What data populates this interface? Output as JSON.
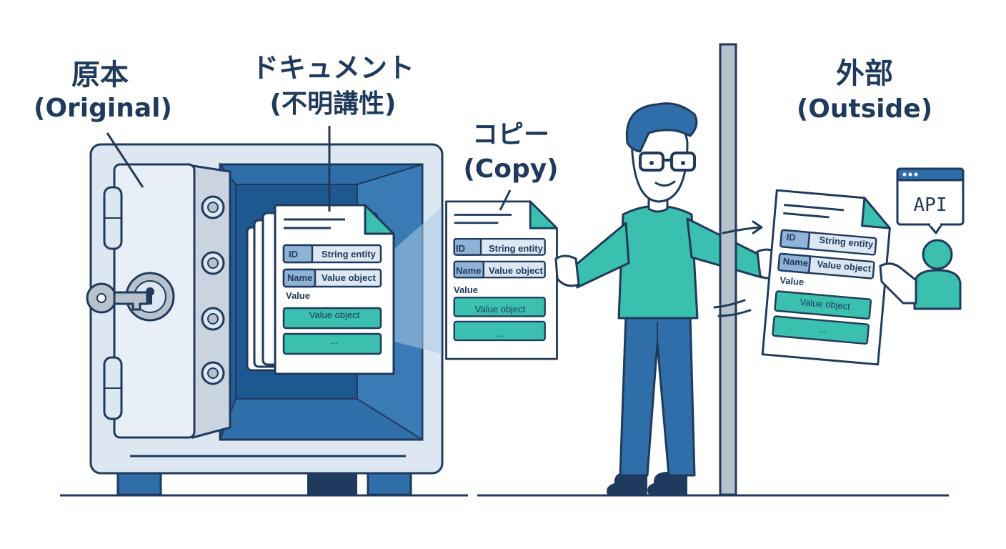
{
  "labels": {
    "original_main": "原本",
    "original_sub": "(Original)",
    "document_main": "ドキュメント",
    "document_sub": "(不明講性)",
    "copy_main": "コピー",
    "copy_sub": "(Copy)",
    "outside_main": "外部",
    "outside_sub": "(Outside)"
  },
  "document_fields": {
    "id_key": "ID",
    "id_value": "String entity",
    "name_key": "Name",
    "name_value": "Value object",
    "value_heading": "Value",
    "value_item_1": "Value object",
    "value_item_2": "..."
  },
  "api": {
    "label": "API"
  },
  "icons": {
    "safe": "safe-icon",
    "key": "key-icon",
    "person": "person-icon",
    "user": "user-icon",
    "browser": "browser-window-icon",
    "arrow": "arrow-right-icon"
  },
  "colors": {
    "navy": "#1f3a5c",
    "blue": "#2f6ea8",
    "teal": "#3bbfae",
    "light_blue": "#dce7f2",
    "mid_blue": "#8fb3d6",
    "gray": "#b8c2cc"
  }
}
